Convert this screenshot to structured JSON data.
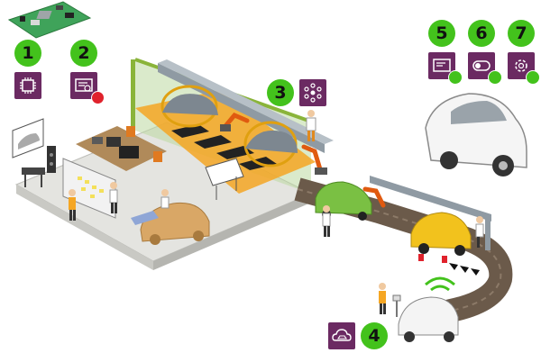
{
  "accent": "#43c21c",
  "tile_color": "#6b2a62",
  "steps": [
    {
      "number": "1",
      "icon": "microchip-icon"
    },
    {
      "number": "2",
      "icon": "certificate-alarm-icon"
    },
    {
      "number": "3",
      "icon": "network-nodes-icon"
    },
    {
      "number": "4",
      "icon": "cloud-car-icon"
    },
    {
      "number": "5",
      "icon": "certificate-check-icon"
    },
    {
      "number": "6",
      "icon": "toggle-check-icon"
    },
    {
      "number": "7",
      "icon": "gear-shield-check-icon"
    }
  ]
}
